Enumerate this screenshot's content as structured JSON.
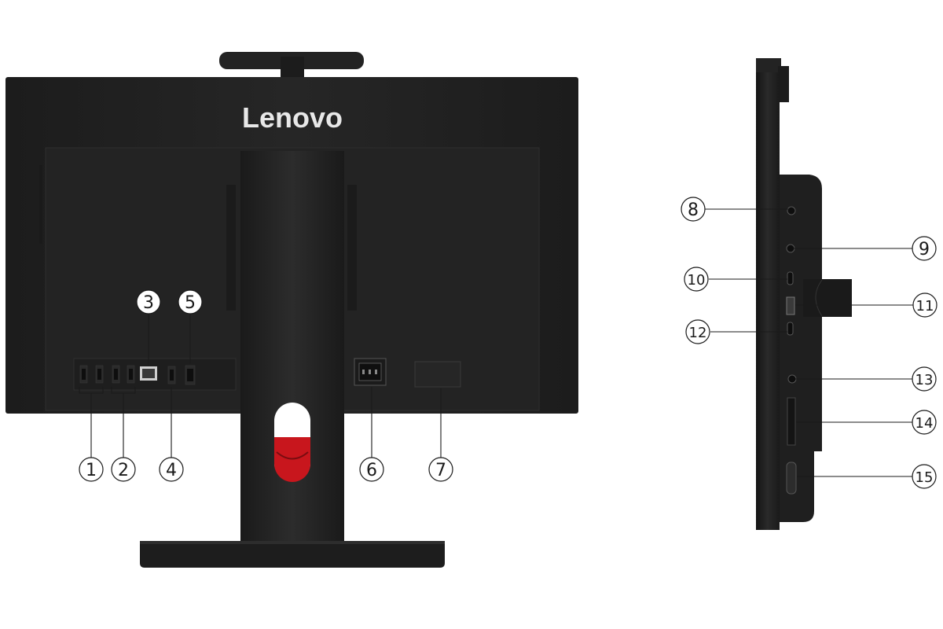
{
  "brand": {
    "logo": "Lenovo",
    "logo_color": "#e8e8e8"
  },
  "colors": {
    "body": "#1f1f1f",
    "panel": "#262626",
    "accent": "#c8161d",
    "callout": "#1a1a1a"
  },
  "callouts": [
    {
      "id": "1",
      "label": "1"
    },
    {
      "id": "2",
      "label": "2"
    },
    {
      "id": "3",
      "label": "3"
    },
    {
      "id": "4",
      "label": "4"
    },
    {
      "id": "5",
      "label": "5"
    },
    {
      "id": "6",
      "label": "6"
    },
    {
      "id": "7",
      "label": "7"
    },
    {
      "id": "8",
      "label": "8"
    },
    {
      "id": "9",
      "label": "9"
    },
    {
      "id": "10",
      "label": "10"
    },
    {
      "id": "11",
      "label": "11"
    },
    {
      "id": "12",
      "label": "12"
    },
    {
      "id": "13",
      "label": "13"
    },
    {
      "id": "14",
      "label": "14"
    },
    {
      "id": "15",
      "label": "15"
    }
  ]
}
